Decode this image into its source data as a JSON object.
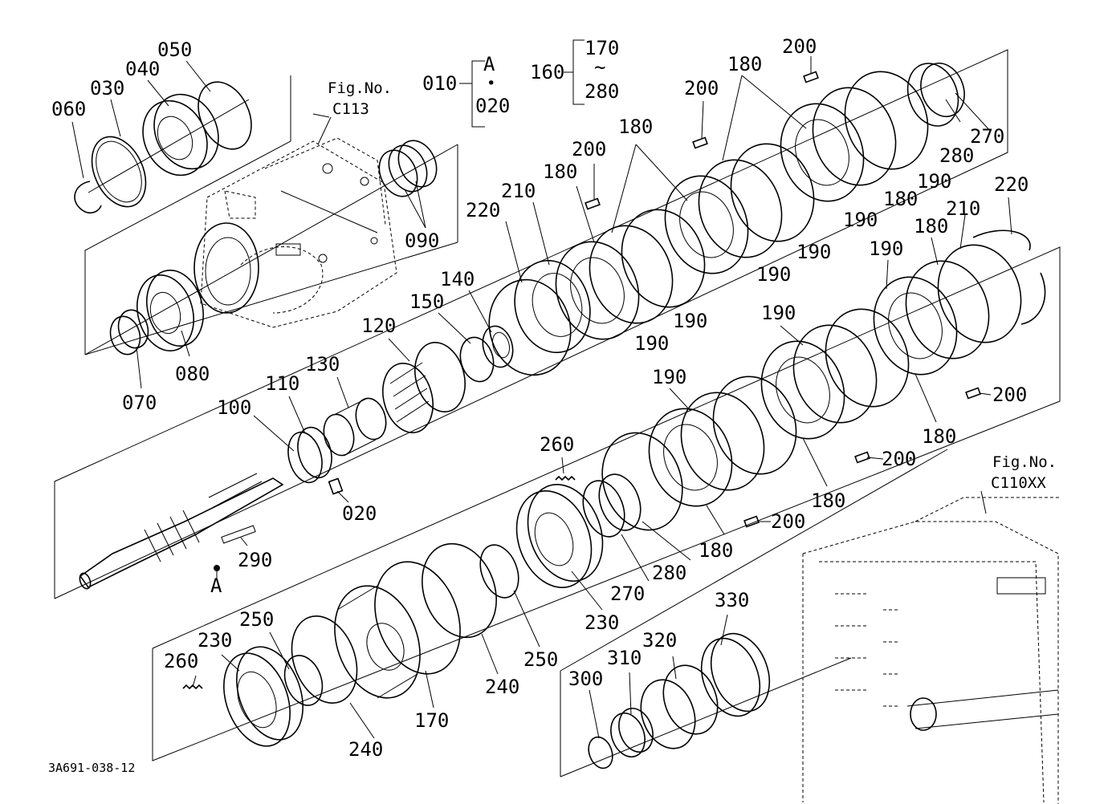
{
  "figure": {
    "drawing_code": "3A691-038-12",
    "ref_top": {
      "line1": "Fig.No.",
      "line2": "C113"
    },
    "ref_bottom": {
      "line1": "Fig.No.",
      "line2": "C110XX"
    },
    "group_010": {
      "code": "010",
      "from": "A",
      "dot": "•",
      "to": "020"
    },
    "group_160": {
      "code": "160",
      "from": "170",
      "tilde": "~",
      "to": "280"
    },
    "marker_a": "A"
  },
  "callouts": [
    {
      "id": "c050",
      "text": "050"
    },
    {
      "id": "c040",
      "text": "040"
    },
    {
      "id": "c030",
      "text": "030"
    },
    {
      "id": "c060",
      "text": "060"
    },
    {
      "id": "c090",
      "text": "090"
    },
    {
      "id": "c080",
      "text": "080"
    },
    {
      "id": "c070",
      "text": "070"
    },
    {
      "id": "c120",
      "text": "120"
    },
    {
      "id": "c130",
      "text": "130"
    },
    {
      "id": "c110",
      "text": "110"
    },
    {
      "id": "c100",
      "text": "100"
    },
    {
      "id": "c020",
      "text": "020"
    },
    {
      "id": "c290",
      "text": "290"
    },
    {
      "id": "c140",
      "text": "140"
    },
    {
      "id": "c150",
      "text": "150"
    },
    {
      "id": "c220a",
      "text": "220"
    },
    {
      "id": "c210a",
      "text": "210"
    },
    {
      "id": "c180a",
      "text": "180"
    },
    {
      "id": "c200a",
      "text": "200"
    },
    {
      "id": "c180b",
      "text": "180"
    },
    {
      "id": "c200b",
      "text": "200"
    },
    {
      "id": "c180c",
      "text": "180"
    },
    {
      "id": "c200c",
      "text": "200"
    },
    {
      "id": "c190a",
      "text": "190"
    },
    {
      "id": "c190b",
      "text": "190"
    },
    {
      "id": "c190c",
      "text": "190"
    },
    {
      "id": "c190d",
      "text": "190"
    },
    {
      "id": "c190e",
      "text": "190"
    },
    {
      "id": "c180d",
      "text": "180"
    },
    {
      "id": "c190f",
      "text": "190"
    },
    {
      "id": "c270a",
      "text": "270"
    },
    {
      "id": "c280a",
      "text": "280"
    },
    {
      "id": "c220b",
      "text": "220"
    },
    {
      "id": "c210b",
      "text": "210"
    },
    {
      "id": "c180e",
      "text": "180"
    },
    {
      "id": "c190g",
      "text": "190"
    },
    {
      "id": "c190h",
      "text": "190"
    },
    {
      "id": "c190i",
      "text": "190"
    },
    {
      "id": "c200d",
      "text": "200"
    },
    {
      "id": "c180f",
      "text": "180"
    },
    {
      "id": "c200e",
      "text": "200"
    },
    {
      "id": "c180g",
      "text": "180"
    },
    {
      "id": "c200f",
      "text": "200"
    },
    {
      "id": "c180h",
      "text": "180"
    },
    {
      "id": "c260a",
      "text": "260"
    },
    {
      "id": "c280b",
      "text": "280"
    },
    {
      "id": "c270b",
      "text": "270"
    },
    {
      "id": "c230a",
      "text": "230"
    },
    {
      "id": "c250a",
      "text": "250"
    },
    {
      "id": "c240a",
      "text": "240"
    },
    {
      "id": "c170",
      "text": "170"
    },
    {
      "id": "c250b",
      "text": "250"
    },
    {
      "id": "c230b",
      "text": "230"
    },
    {
      "id": "c260b",
      "text": "260"
    },
    {
      "id": "c240b",
      "text": "240"
    },
    {
      "id": "c330",
      "text": "330"
    },
    {
      "id": "c320",
      "text": "320"
    },
    {
      "id": "c310",
      "text": "310"
    },
    {
      "id": "c300",
      "text": "300"
    }
  ],
  "colors": {
    "ink": "#000000",
    "paper": "#ffffff"
  }
}
